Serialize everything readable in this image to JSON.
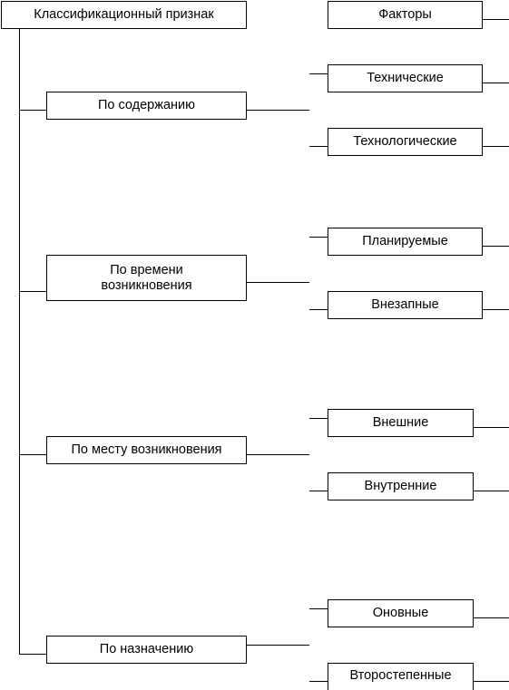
{
  "root": {
    "label": "Классификационный признак"
  },
  "header": {
    "label": "Факторы"
  },
  "groups": [
    {
      "label": "По содержанию",
      "items": [
        {
          "label": "Технические"
        },
        {
          "label": "Технологические"
        }
      ]
    },
    {
      "label": "По времени возникновения",
      "items": [
        {
          "label": "Планируемые"
        },
        {
          "label": "Внезапные"
        }
      ]
    },
    {
      "label": "По месту возникновения",
      "items": [
        {
          "label": "Внешние"
        },
        {
          "label": "Внутренние"
        }
      ]
    },
    {
      "label": "По назначению",
      "items": [
        {
          "label": "Оновные"
        },
        {
          "label": "Второстепенные"
        }
      ]
    }
  ]
}
